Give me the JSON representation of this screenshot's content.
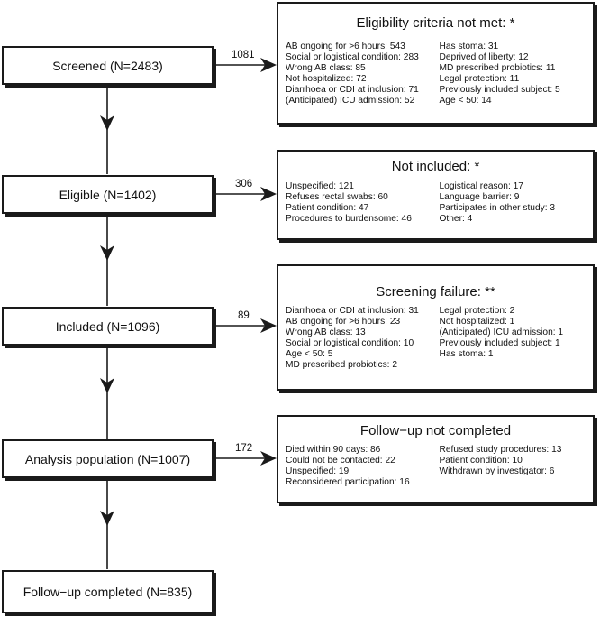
{
  "stages": [
    {
      "label": "Screened (N=2483)"
    },
    {
      "label": "Eligible (N=1402)"
    },
    {
      "label": "Included (N=1096)"
    },
    {
      "label": "Analysis population (N=1007)"
    },
    {
      "label": "Follow−up completed (N=835)"
    }
  ],
  "exclusions": [
    {
      "count": "1081",
      "title": "Eligibility criteria not met: *",
      "left": [
        "AB ongoing for >6 hours: 543",
        "Social or logistical condition: 283",
        "Wrong AB class: 85",
        "Not hospitalized: 72",
        "Diarrhoea or CDI at inclusion: 71",
        "(Anticipated) ICU admission: 52"
      ],
      "right": [
        "Has stoma: 31",
        "Deprived of liberty: 12",
        "MD prescribed probiotics: 11",
        "Legal protection: 11",
        "Previously included subject: 5",
        "Age < 50: 14"
      ]
    },
    {
      "count": "306",
      "title": "Not included: *",
      "left": [
        "Unspecified: 121",
        "Refuses rectal swabs: 60",
        "Patient condition: 47",
        "Procedures to burdensome: 46"
      ],
      "right": [
        "Logistical reason: 17",
        "Language barrier: 9",
        "Participates in other study: 3",
        "Other: 4"
      ]
    },
    {
      "count": "89",
      "title": "Screening failure: **",
      "left": [
        "Diarrhoea or CDI at inclusion: 31",
        "AB ongoing for >6 hours: 23",
        "Wrong AB class: 13",
        "Social or logistical condition: 10",
        "Age < 50: 5",
        "MD prescribed probiotics: 2"
      ],
      "right": [
        "Legal protection: 2",
        "Not hospitalized: 1",
        "(Anticipated) ICU admission: 1",
        "Previously included subject: 1",
        "Has stoma: 1"
      ]
    },
    {
      "count": "172",
      "title": "Follow−up not completed",
      "left": [
        "Died within 90 days: 86",
        "Could not be contacted: 22",
        "Unspecified: 19",
        "Reconsidered participation: 16"
      ],
      "right": [
        "Refused study procedures: 13",
        "Patient condition: 10",
        "Withdrawn by investigator: 6"
      ]
    }
  ]
}
